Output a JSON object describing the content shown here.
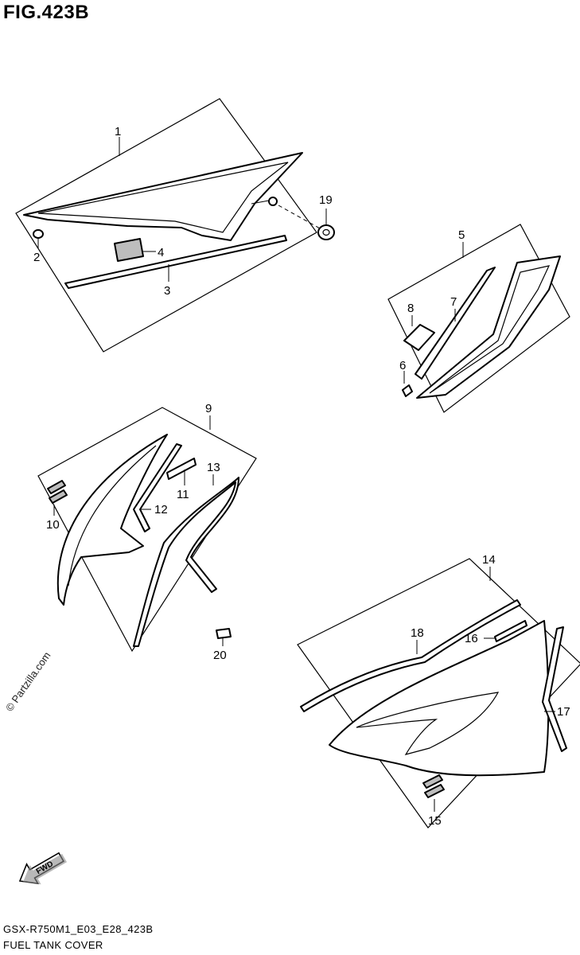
{
  "figure": {
    "title": "FIG.423B",
    "model_code": "GSX-R750M1_E03_E28_423B",
    "caption": "FUEL TANK COVER",
    "watermark": "© Partzilla.com",
    "fwd_label": "FWD"
  },
  "callouts": [
    "1",
    "2",
    "3",
    "4",
    "5",
    "6",
    "7",
    "8",
    "9",
    "10",
    "11",
    "12",
    "13",
    "14",
    "15",
    "16",
    "17",
    "18",
    "19",
    "20"
  ]
}
